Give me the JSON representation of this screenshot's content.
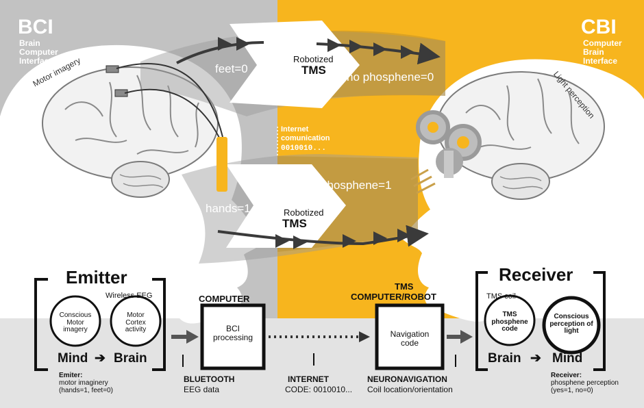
{
  "colors": {
    "left_bg": "#c2c2c2",
    "right_bg": "#f7b51e",
    "bottom_band": "#e3e3e3",
    "head_fill": "#ffffff",
    "arrow": "#3a3a3a",
    "electrode": "#f7b51e",
    "coil": "#b4b4b4"
  },
  "header": {
    "bci_title": "BCI",
    "bci_line1": "Brain",
    "bci_line2": "Computer",
    "bci_line3": "Interface",
    "cbi_title": "CBI",
    "cbi_line1": "Computer",
    "cbi_line2": "Brain",
    "cbi_line3": "Interface"
  },
  "labels": {
    "motor_imagery": "Motor imagery",
    "light_perception": "Light perception",
    "feet": "feet=0",
    "hands": "hands=1",
    "robotized_top": "Robotized",
    "tms_top": "TMS",
    "robotized_bottom": "Robotized",
    "tms_bottom": "TMS",
    "no_phosphene": "no phosphene=0",
    "phosphene": "phosphene=1",
    "internet_line1": "Internet",
    "internet_line2": "comunication",
    "internet_code": "0010010..."
  },
  "emitter": {
    "title": "Emitter",
    "wireless": "Wireless EEG",
    "circle1": "Conscious Motor imagery",
    "circle2": "Motor Cortex activity",
    "mind": "Mind",
    "brain": "Brain",
    "caption_title": "Emiter:",
    "caption_line1": "motor imaginery",
    "caption_line2": "(hands=1, feet=0)"
  },
  "computer": {
    "title": "COMPUTER",
    "box": "BCI processing",
    "link_title": "BLUETOOTH",
    "link_sub": "EEG data"
  },
  "internet": {
    "title": "INTERNET",
    "code": "CODE: 0010010..."
  },
  "tms_robot": {
    "title1": "TMS",
    "title2": "COMPUTER/ROBOT",
    "box": "Navigation code",
    "link_title": "NEURONAVIGATION",
    "link_sub": "Coil location/orientation"
  },
  "receiver": {
    "title": "Receiver",
    "coil": "TMS coil",
    "circle1": "TMS phosphene code",
    "circle2": "Conscious perception of light",
    "brain": "Brain",
    "mind": "Mind",
    "caption_title": "Receiver:",
    "caption_line1": "phosphene perception",
    "caption_line2": "(yes=1, no=0)"
  }
}
